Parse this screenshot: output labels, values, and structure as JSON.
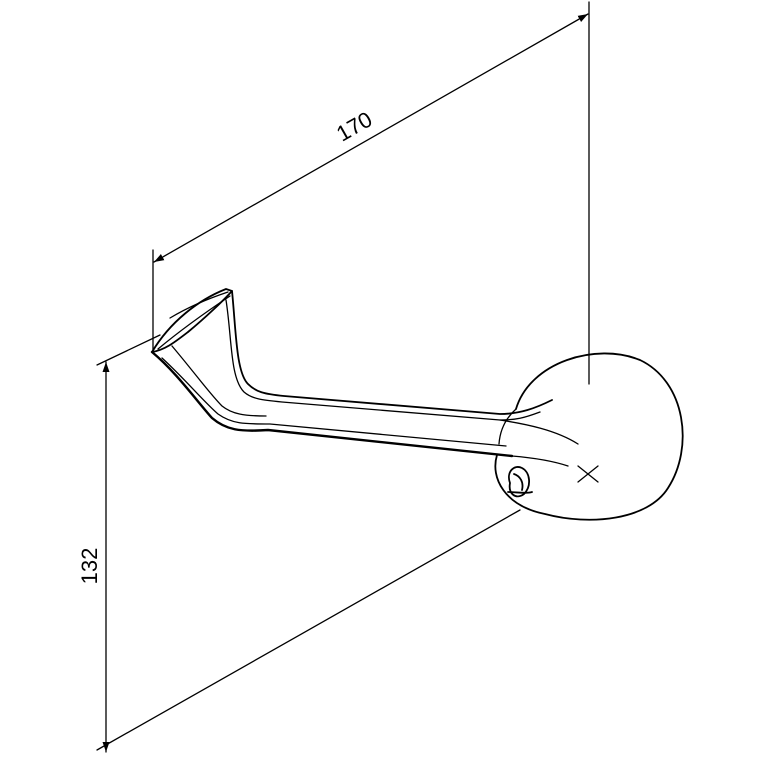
{
  "dimensions": {
    "length": "170",
    "height": "132"
  },
  "colors": {
    "ink": "#000000",
    "paper": "#ffffff"
  },
  "markers": {
    "center_mark": "cross-mark"
  }
}
